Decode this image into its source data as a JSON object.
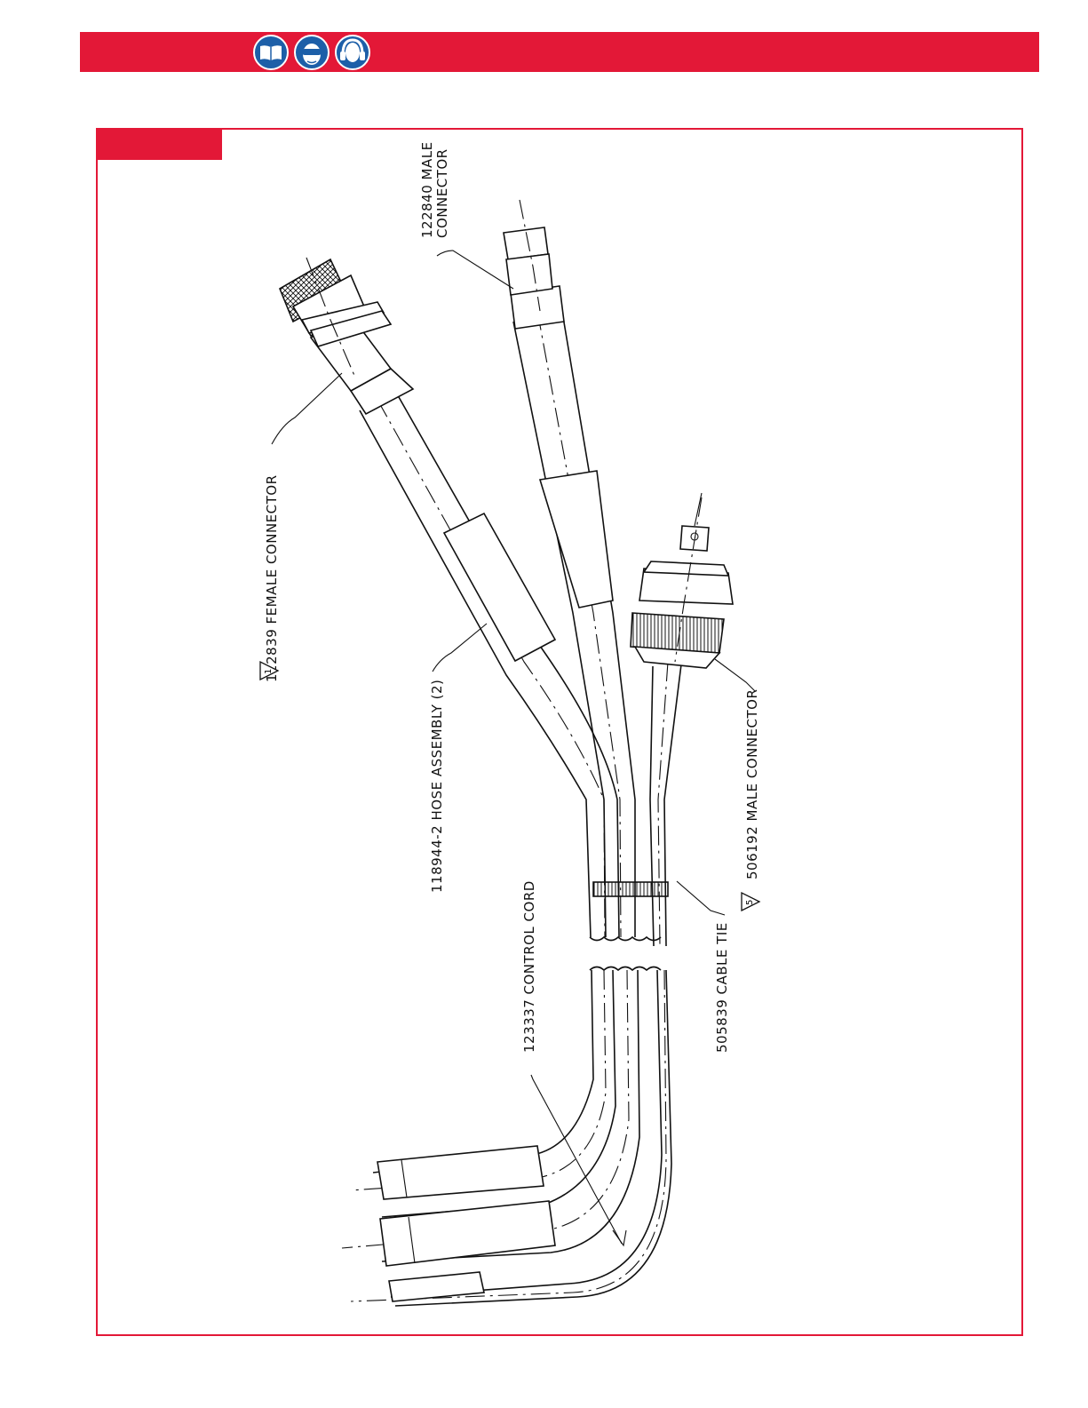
{
  "header": {
    "color": "#e31837",
    "icons": [
      "read-manual-icon",
      "eye-protection-icon",
      "hearing-protection-icon"
    ]
  },
  "figure": {
    "frame_color": "#e31837",
    "callouts": {
      "female_connector": "122839 FEMALE CONNECTOR",
      "male_connector_top_line1": "122840 MALE",
      "male_connector_top_line2": "CONNECTOR",
      "hose_assembly": "118944-2 HOSE ASSEMBLY (2)",
      "control_cord": "123337 CONTROL CORD",
      "cable_tie": "505839 CABLE TIE",
      "male_connector_bottom": "506192 MALE CONNECTOR"
    },
    "warning_marks": {
      "female_connector": "1",
      "male_connector_bottom": "5"
    }
  }
}
